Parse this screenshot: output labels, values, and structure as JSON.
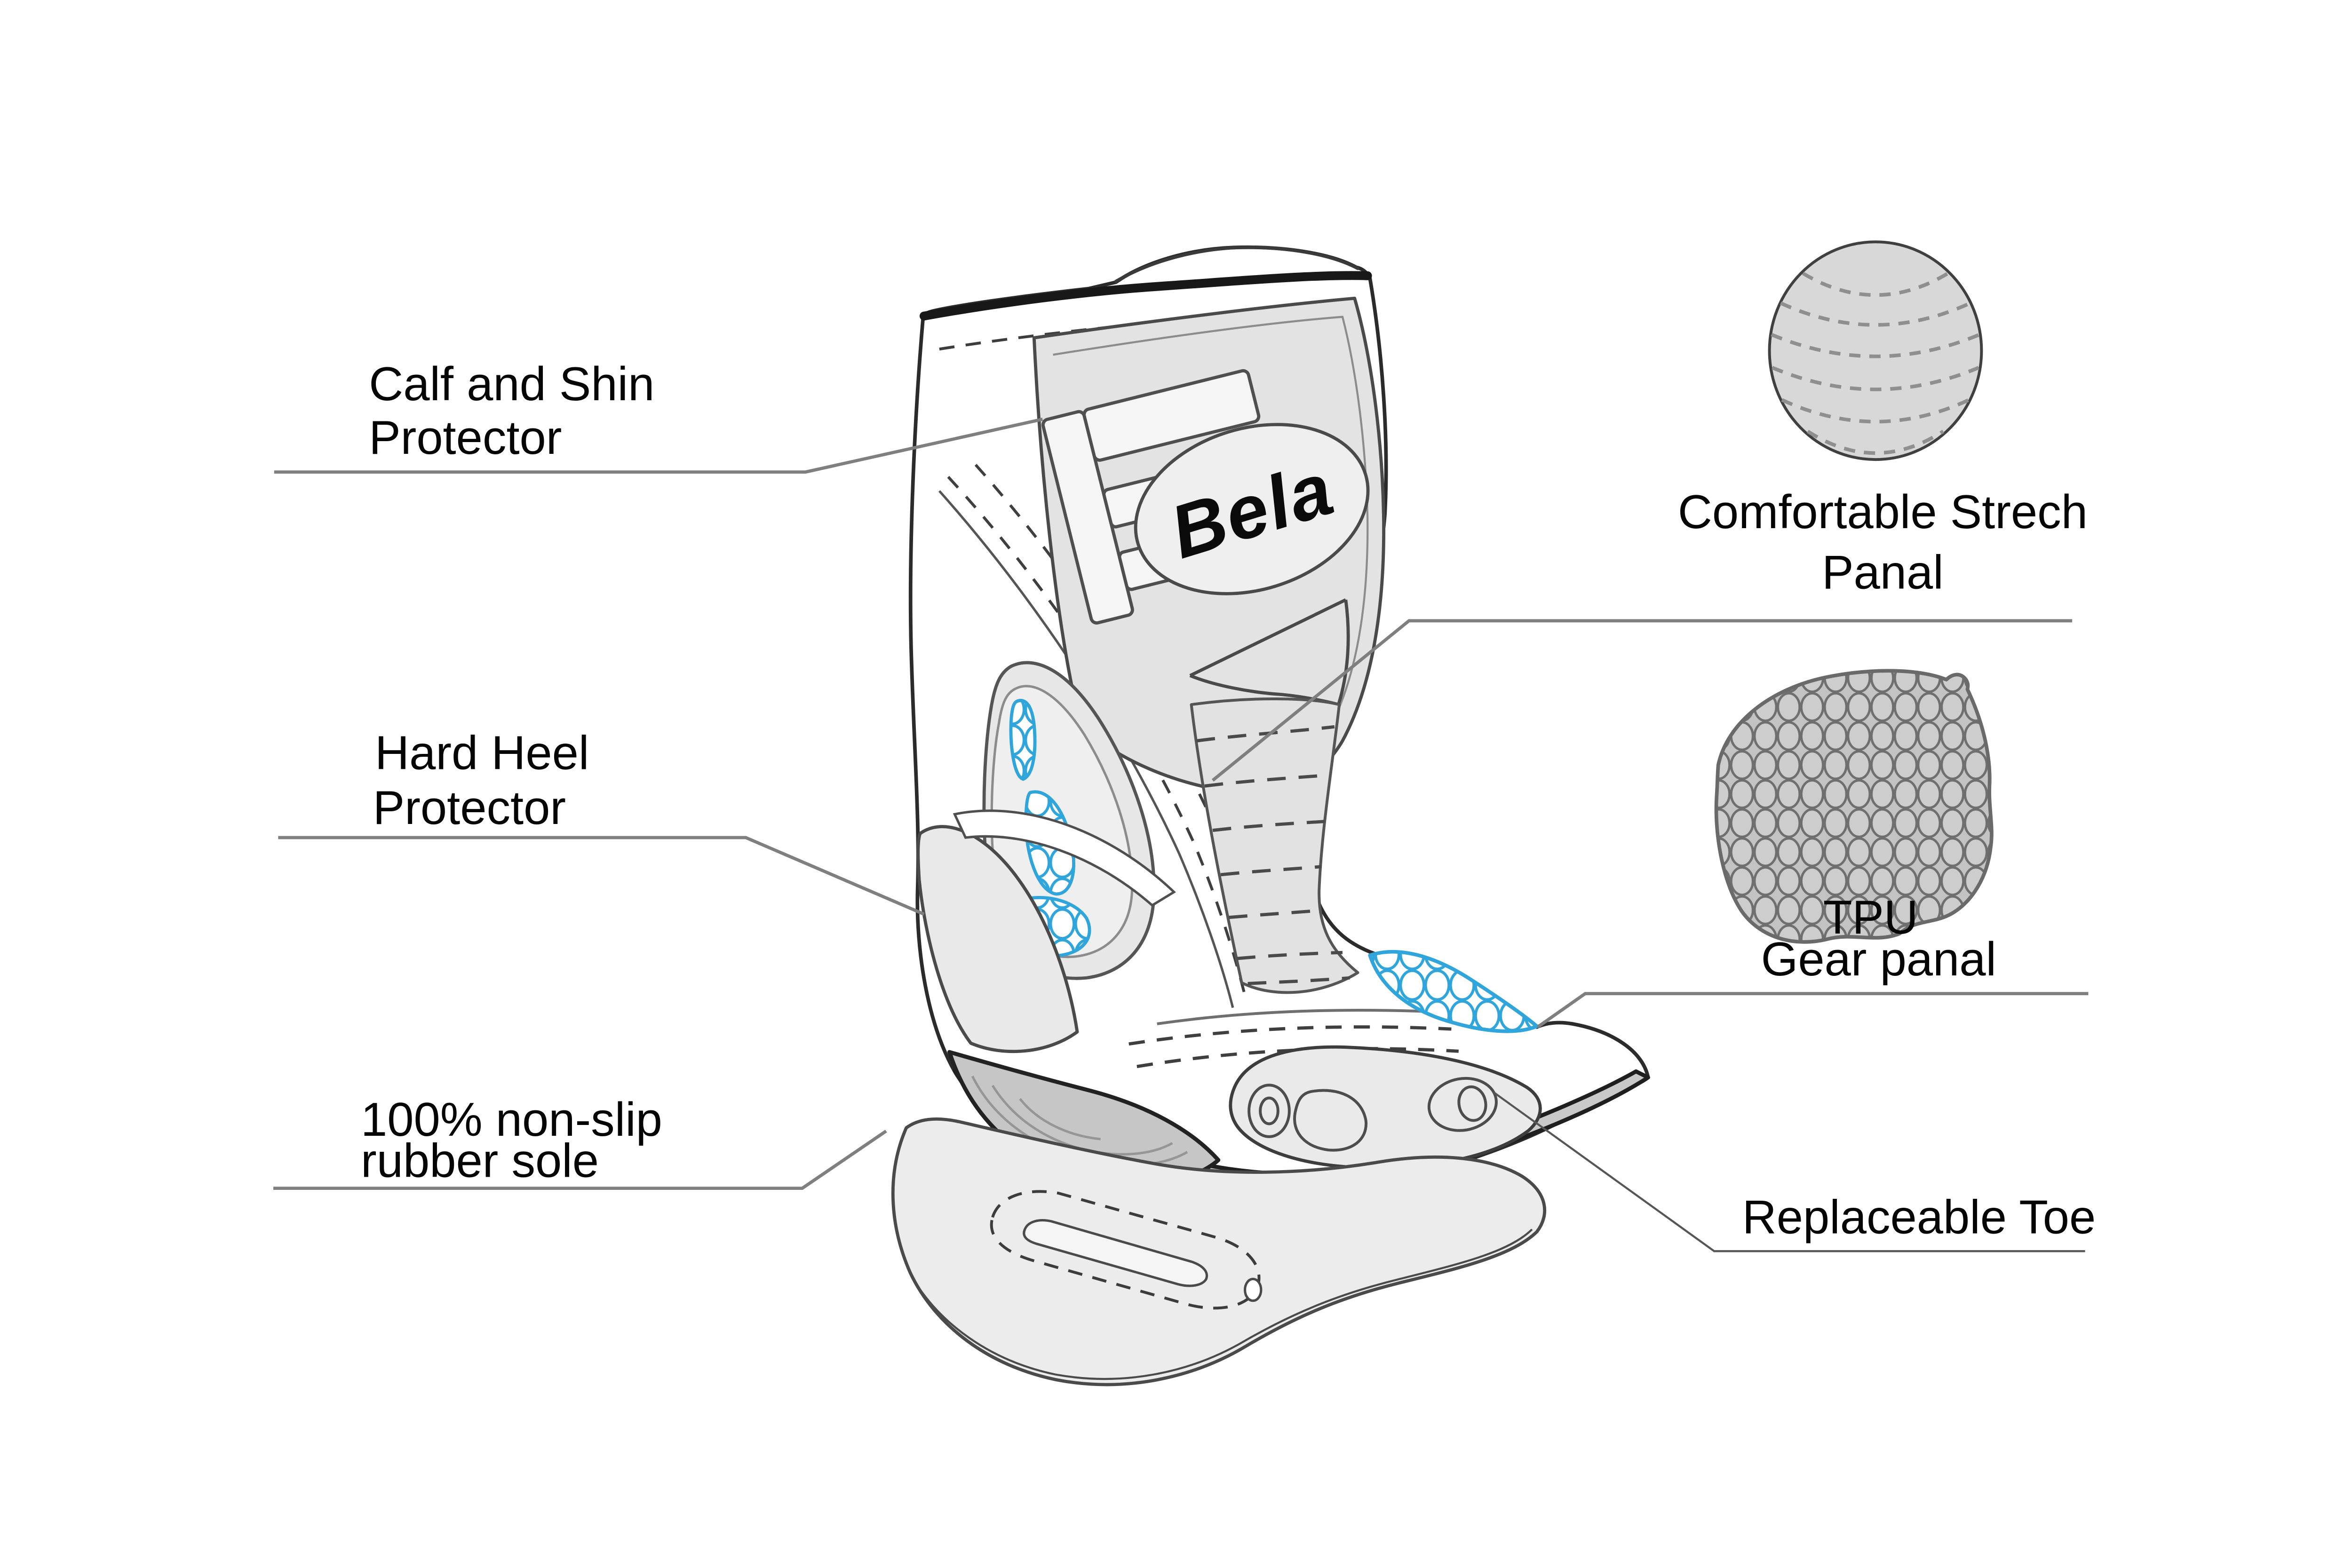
{
  "diagram": {
    "type": "product-feature-diagram",
    "subject": "motorcycle racing boot",
    "brand_logo": "Bela",
    "labels": {
      "calf": {
        "line1": "Calf and Shin",
        "line2": "Protector"
      },
      "heel": {
        "line1": "Hard Heel",
        "line2": "Protector"
      },
      "sole": {
        "line1": "100% non-slip",
        "line2": "rubber sole"
      },
      "stretch": {
        "line1": "Comfortable Strech",
        "line2": "Panal"
      },
      "tpu": {
        "line1": "TPU",
        "line2": "Gear panal"
      },
      "toe": {
        "line1": "Replaceable Toe"
      }
    },
    "swatches": {
      "stretch_panel": "dashed-texture-circle",
      "tpu_gear_panel": "hex-mesh-pad"
    },
    "colors": {
      "accent_blue": "#2FA5DC",
      "line_dark": "#2B2B2B",
      "panel_light_gray": "#E4E4E4",
      "sole_gray": "#C9C9C9",
      "leader_gray": "#7F7F7F",
      "background": "#FFFFFF"
    }
  }
}
